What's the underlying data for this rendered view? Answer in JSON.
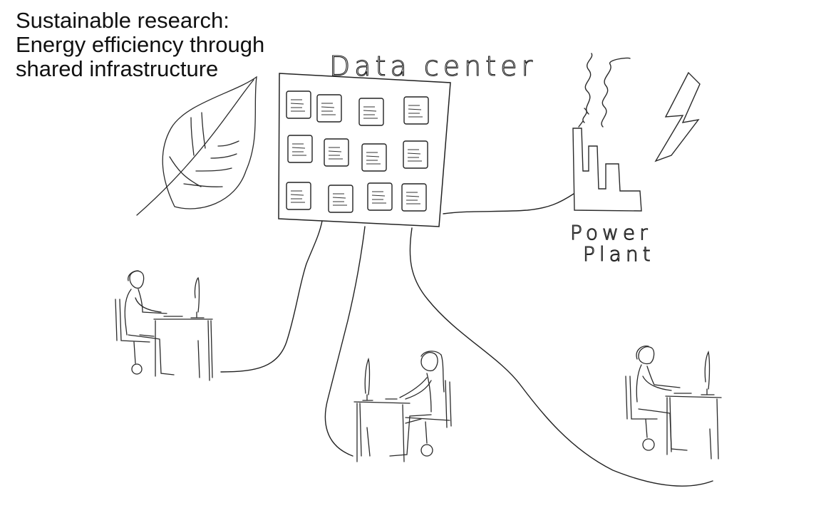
{
  "title": {
    "line1": "Sustainable research:",
    "line2": "Energy efficiency through",
    "line3": "shared infrastructure"
  },
  "labels": {
    "data_center": "Data center",
    "power_line1": "Power",
    "power_line2": "Plant"
  },
  "icons": [
    "leaf-icon",
    "server-rack-icon",
    "factory-icon",
    "lightning-icon",
    "person-at-desk-icon"
  ],
  "colors": {
    "ink": "#222222",
    "background": "#ffffff"
  }
}
